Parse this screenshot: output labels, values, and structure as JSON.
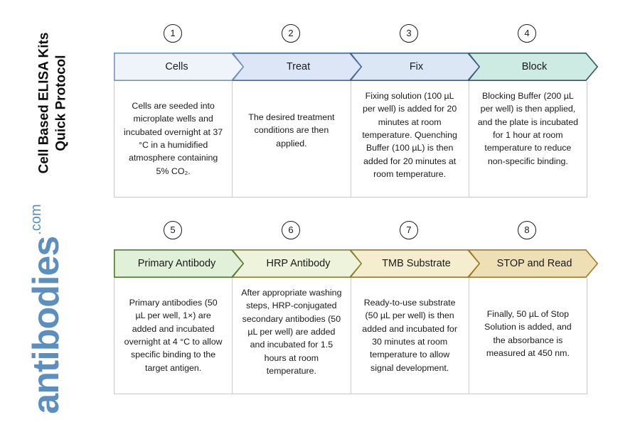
{
  "title": {
    "line1": "Cell Based ELISA Kits",
    "line2": "Quick Protocol"
  },
  "brand": {
    "word": "antibodies",
    "tld": ".com",
    "color": "#5b8fc0"
  },
  "rows": [
    {
      "id": "row-1",
      "steps": [
        {
          "number": "1",
          "label": "Cells",
          "body": "Cells are seeded into microplate wells and incubated overnight at 37 °C in a humidified atmosphere containing 5% CO₂.",
          "fill": "#eff4fb",
          "stroke": "#7596b8"
        },
        {
          "number": "2",
          "label": "Treat",
          "body": "The desired treatment conditions are then applied.",
          "fill": "#dde6f6",
          "stroke": "#46689b"
        },
        {
          "number": "3",
          "label": "Fix",
          "body": "Fixing solution (100 µL per well) is added for 20 minutes at room temperature. Quenching Buffer (100 µL) is then added for 20 minutes at room temperature.",
          "fill": "#dbe7f5",
          "stroke": "#3f5e84"
        },
        {
          "number": "4",
          "label": "Block",
          "body": "Blocking Buffer (200 µL per well) is then applied, and the plate is incubated for 1 hour at room temperature to reduce non-specific binding.",
          "fill": "#cdeae3",
          "stroke": "#33585c"
        }
      ]
    },
    {
      "id": "row-2",
      "steps": [
        {
          "number": "5",
          "label": "Primary Antibody",
          "body": "Primary antibodies (50 µL per well, 1×) are added and incubated overnight at 4 °C to allow specific binding to the target antigen.",
          "fill": "#e1f0d8",
          "stroke": "#4e7d2e"
        },
        {
          "number": "6",
          "label": "HRP Antibody",
          "body": "After appropriate washing steps, HRP-conjugated secondary antibodies (50 µL per well) are added and incubated for 1.5 hours at room temperature.",
          "fill": "#eef3dc",
          "stroke": "#83852f"
        },
        {
          "number": "7",
          "label": "TMB Substrate",
          "body": "Ready-to-use substrate (50 µL per well) is then added and incubated for 30 minutes at room temperature to allow signal development.",
          "fill": "#f4eecf",
          "stroke": "#99792c"
        },
        {
          "number": "8",
          "label": "STOP and Read",
          "body": "Finally, 50 µL of Stop Solution is added, and the absorbance is measured at 450 nm.",
          "fill": "#eedfb4",
          "stroke": "#a07c2a"
        }
      ]
    }
  ]
}
